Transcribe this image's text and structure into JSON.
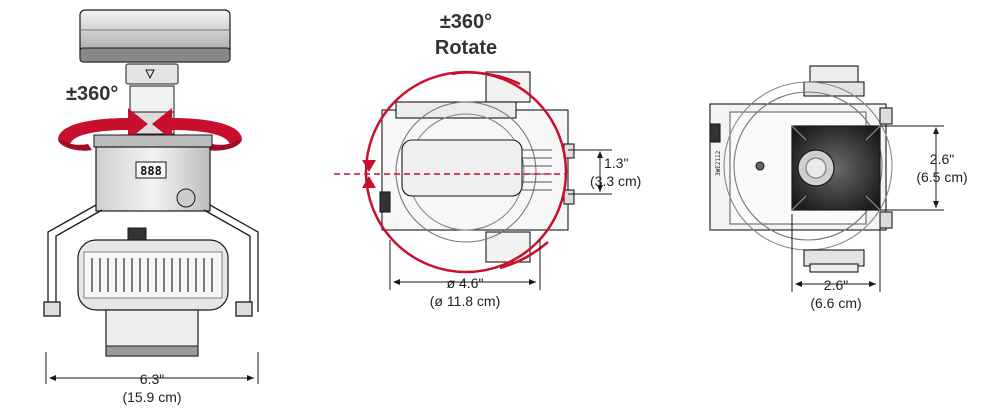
{
  "left_view": {
    "rotate_label": "±360°",
    "width_dim": "6.3\"",
    "width_dim_metric": "(15.9 cm)"
  },
  "middle_view": {
    "rotate_label": "±360°",
    "rotate_word": "Rotate",
    "offset_dim": "1.3\"",
    "offset_dim_metric": "(3.3 cm)",
    "diameter_dim": "ø 4.6\"",
    "diameter_dim_metric": "(ø 11.8 cm)"
  },
  "right_view": {
    "height_dim": "2.6\"",
    "height_dim_metric": "(6.5 cm)",
    "width_dim": "2.6\"",
    "width_dim_metric": "(6.6 cm)",
    "panel_text": "3WE2112"
  },
  "colors": {
    "accent_red": "#c8102e",
    "line": "#1a1a1a",
    "body_gray": "#d8d8d8"
  }
}
